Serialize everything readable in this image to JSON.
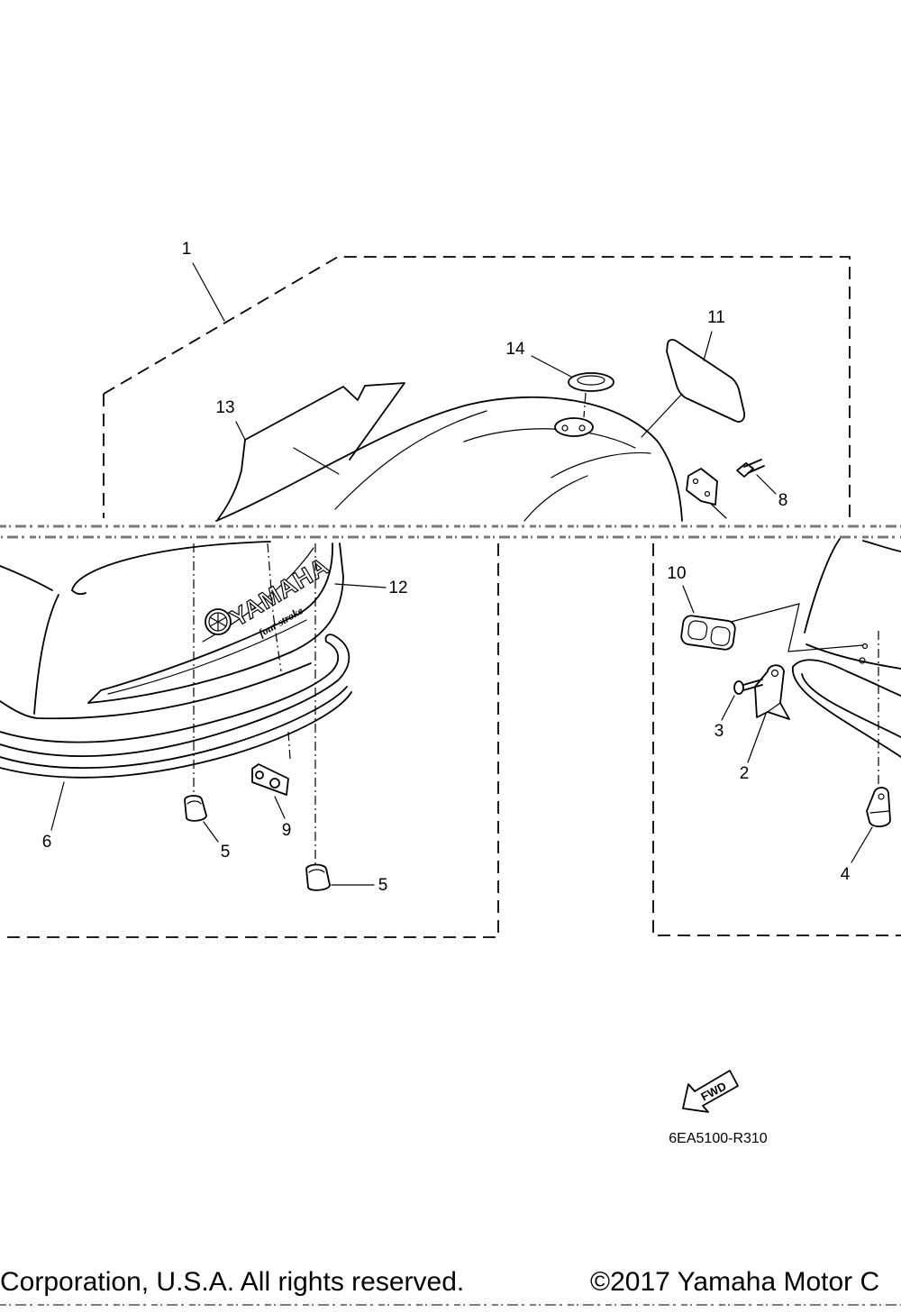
{
  "diagram": {
    "callouts": [
      "1",
      "14",
      "11",
      "13",
      "8",
      "12",
      "10",
      "3",
      "2",
      "6",
      "9",
      "5",
      "5",
      "4"
    ],
    "logo_text": "YAMAHA",
    "decal_script": "four stroke",
    "direction_label": "FWD",
    "figure_code": "6EA5100-R310"
  },
  "footer": {
    "left": "Corporation, U.S.A. All rights reserved.",
    "right": "©2017 Yamaha Motor C"
  }
}
